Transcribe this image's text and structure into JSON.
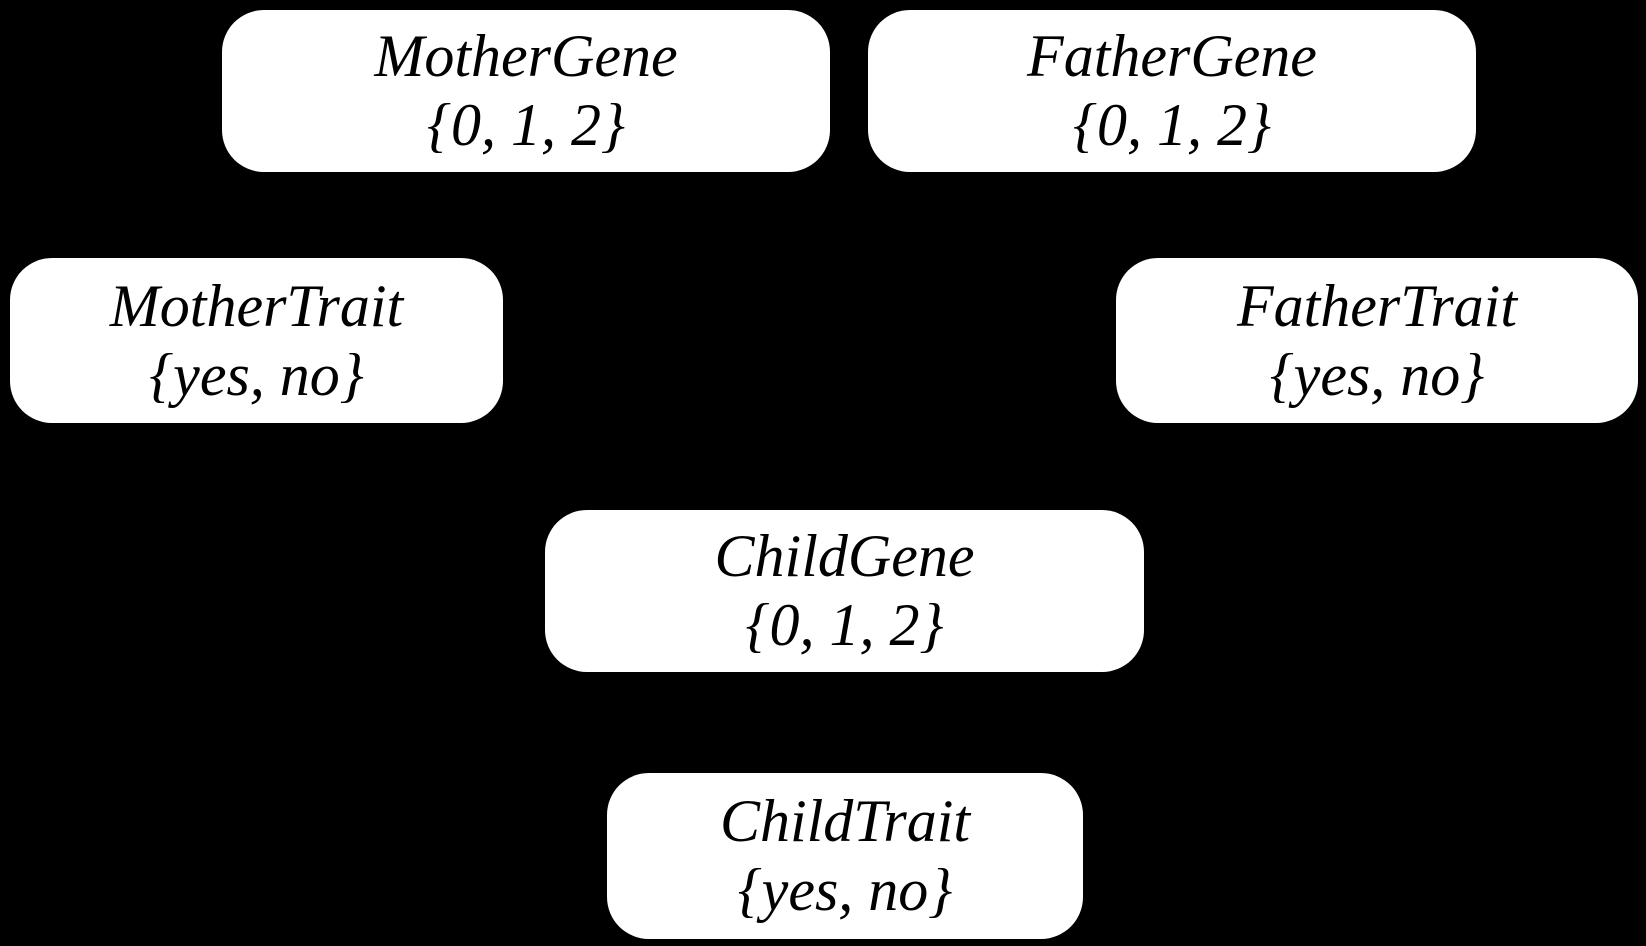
{
  "diagram": {
    "type": "bayesian-network",
    "colors": {
      "background": "#000000",
      "node_fill": "#ffffff",
      "node_text": "#000000"
    },
    "nodes": [
      {
        "id": "mother-gene",
        "label": "MotherGene",
        "domain": "{0, 1, 2}"
      },
      {
        "id": "father-gene",
        "label": "FatherGene",
        "domain": "{0, 1, 2}"
      },
      {
        "id": "mother-trait",
        "label": "MotherTrait",
        "domain": "{yes, no}"
      },
      {
        "id": "father-trait",
        "label": "FatherTrait",
        "domain": "{yes, no}"
      },
      {
        "id": "child-gene",
        "label": "ChildGene",
        "domain": "{0, 1, 2}"
      },
      {
        "id": "child-trait",
        "label": "ChildTrait",
        "domain": "{yes, no}"
      }
    ]
  }
}
